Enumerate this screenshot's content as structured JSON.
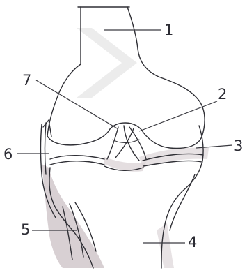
{
  "diagram": {
    "labels": [
      {
        "id": "1",
        "text": "1"
      },
      {
        "id": "2",
        "text": "2"
      },
      {
        "id": "3",
        "text": "3"
      },
      {
        "id": "4",
        "text": "4"
      },
      {
        "id": "5",
        "text": "5"
      },
      {
        "id": "6",
        "text": "6"
      },
      {
        "id": "7",
        "text": "7"
      }
    ],
    "colors": {
      "ink": "#2f2f35",
      "shading": "#b8a9ae",
      "watermark": "#d9d9d9"
    }
  }
}
